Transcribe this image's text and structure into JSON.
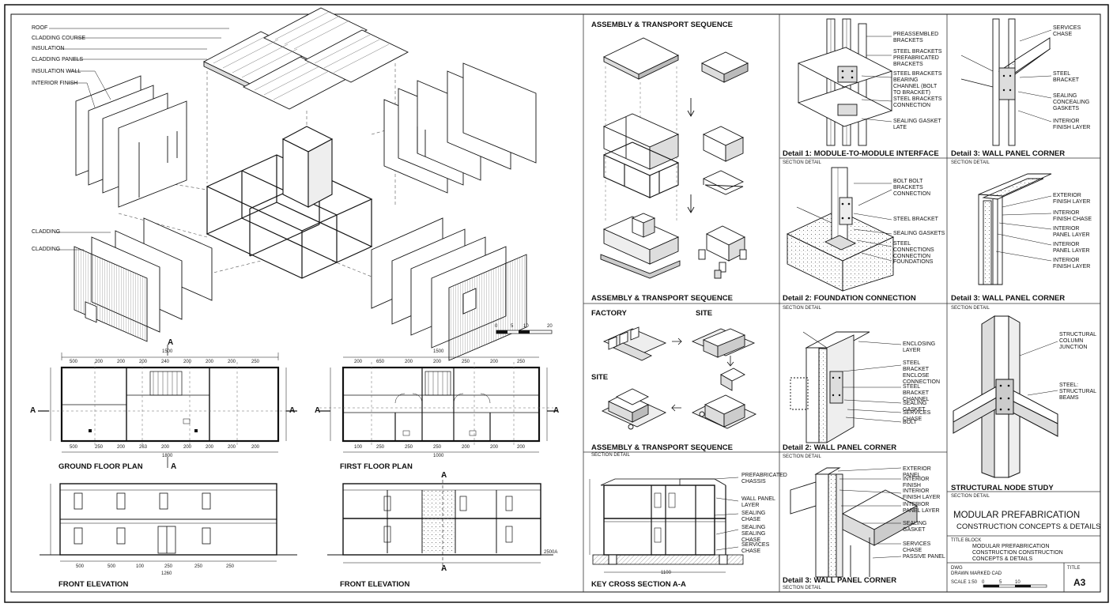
{
  "exploded": {
    "labels_left": [
      "ROOF",
      "CLADDING COURSE",
      "INSULATION",
      "CLADDING PANELS",
      "INSULATION WALL",
      "INTERIOR FINISH"
    ],
    "labels_low": [
      "CLADDING",
      "CLADDING"
    ]
  },
  "plans": {
    "ground_title": "GROUND FLOOR PLAN",
    "first_title": "FIRST FLOOR PLAN",
    "section_mark": "A",
    "ground_dims_top": [
      "500",
      "200",
      "200",
      "200",
      "240",
      "200",
      "200",
      "200",
      "250"
    ],
    "ground_dims_bottom": [
      "500",
      "250",
      "200",
      "263",
      "200",
      "200",
      "200",
      "200",
      "200"
    ],
    "ground_total_top": "1500",
    "ground_total_bottom": "1800",
    "first_dims_top": [
      "200",
      "650",
      "200",
      "200",
      "250",
      "200",
      "250"
    ],
    "first_dims_bottom": [
      "100",
      "250",
      "250",
      "250",
      "200",
      "200",
      "200"
    ],
    "first_total_top": "1500",
    "first_total_bottom": "1000"
  },
  "elevations": {
    "front_title_1": "FRONT ELEVATION",
    "front_title_2": "FRONT ELEVATION",
    "dims_bottom": [
      "500",
      "500",
      "100",
      "250",
      "250",
      "250"
    ],
    "total": "1260",
    "level_mark": "2500A"
  },
  "scale_bar": {
    "ticks": [
      "0",
      "5",
      "10",
      "20"
    ]
  },
  "assembly": {
    "title_1": "ASSEMBLY & TRANSPORT SEQUENCE",
    "title_2": "ASSEMBLY & TRANSPORT SEQUENCE",
    "title_3": "ASSEMBLY & TRANSPORT SEQUENCE",
    "factory": "FACTORY",
    "site_1": "SITE",
    "site_2": "SITE",
    "section_detail": "SECTION DETAIL"
  },
  "cross_section": {
    "title": "KEY CROSS SECTION A-A",
    "labels": [
      "PREFABRICATED CHASSIS",
      "WALL PANEL LAYER",
      "SEALING CHASE",
      "SEALING SEALING CHASE",
      "SERVICES CHASE"
    ],
    "dim_bottom": "1100"
  },
  "details": {
    "d1_title": "Detail 1: MODULE-TO-MODULE INTERFACE",
    "d1_labels": [
      "PREASSEMBLED BRACKETS",
      "STEEL BRACKETS PREFABRICATED BRACKETS",
      "STEEL BRACKETS BEARING CHANNEL (BOLT TO BRACKET)",
      "STEEL BRACKETS CONNECTION",
      "SEALING GASKET LATE"
    ],
    "d3a_title": "Detail 3: WALL PANEL CORNER",
    "d3a_labels": [
      "SERVICES CHASE",
      "STEEL BRACKET",
      "SEALING CONCEALING GASKETS",
      "INTERIOR FINISH LAYER"
    ],
    "fd_caption": "SECTION DETAIL",
    "fd_title": "Detail 2: FOUNDATION CONNECTION",
    "fd_labels": [
      "BOLT BOLT BRACKETS CONNECTION",
      "STEEL BRACKET",
      "SEALING GASKETS",
      "STEEL CONNECTIONS CONNECTION",
      "FOUNDATIONS"
    ],
    "d3b_caption": "SECTION DETAIL",
    "d3b_title": "Detail 3: WALL PANEL CORNER",
    "d3b_labels": [
      "EXTERIOR FINISH LAYER",
      "INTERIOR FINISH CHASE",
      "INTERIOR PANEL LAYER",
      "INTERIOR PANEL LAYER",
      "INTERIOR FINISH LAYER"
    ],
    "d2_caption": "SECTION DETAIL",
    "d2_title": "Detail 2: WALL PANEL CORNER",
    "d2_labels": [
      "ENCLOSING LAYER",
      "STEEL BRACKET ENCLOSE CONNECTION",
      "STEEL BRACKET CHANNEL",
      "SEALING GASKET",
      "SERVICES CHASE",
      "BOLT"
    ],
    "node_caption": "SECTION DETAIL",
    "node_title": "STRUCTURAL NODE STUDY",
    "node_labels": [
      "STRUCTURAL COLUMN JUNCTION",
      "STEEL: STRUCTURAL BEAMS"
    ],
    "d3c_caption": "SECTION DETAIL",
    "d3c_title": "Detail 3: WALL PANEL CORNER",
    "d3c_labels": [
      "EXTERIOR PANEL",
      "INTERIOR FINISH",
      "INTERIOR FINISH LAYER",
      "INTERIOR PANEL LAYER",
      "SEALING GASKET",
      "SERVICES CHASE",
      "PASSIVE PANEL"
    ],
    "d3c_footer": "SECTION DETAIL"
  },
  "title_block": {
    "caption": "SECTION DETAIL",
    "main_title": "MODULAR PREFABRICATION",
    "subtitle": "CONSTRUCTION CONCEPTS & DETAILS",
    "block_label": "TITLE BLOCK",
    "block_text": "MODULAR PREFABRICATION\nCONSTRUCTION CONSTRUCTION\nCONCEPTS & DETAILS",
    "drawn": "DWG\nDRAWN MARKED CAD",
    "title_label": "TITLE",
    "scale": "SCALE 1:50",
    "scale_ticks": [
      "0",
      "5",
      "10"
    ],
    "sheet": "A3"
  }
}
